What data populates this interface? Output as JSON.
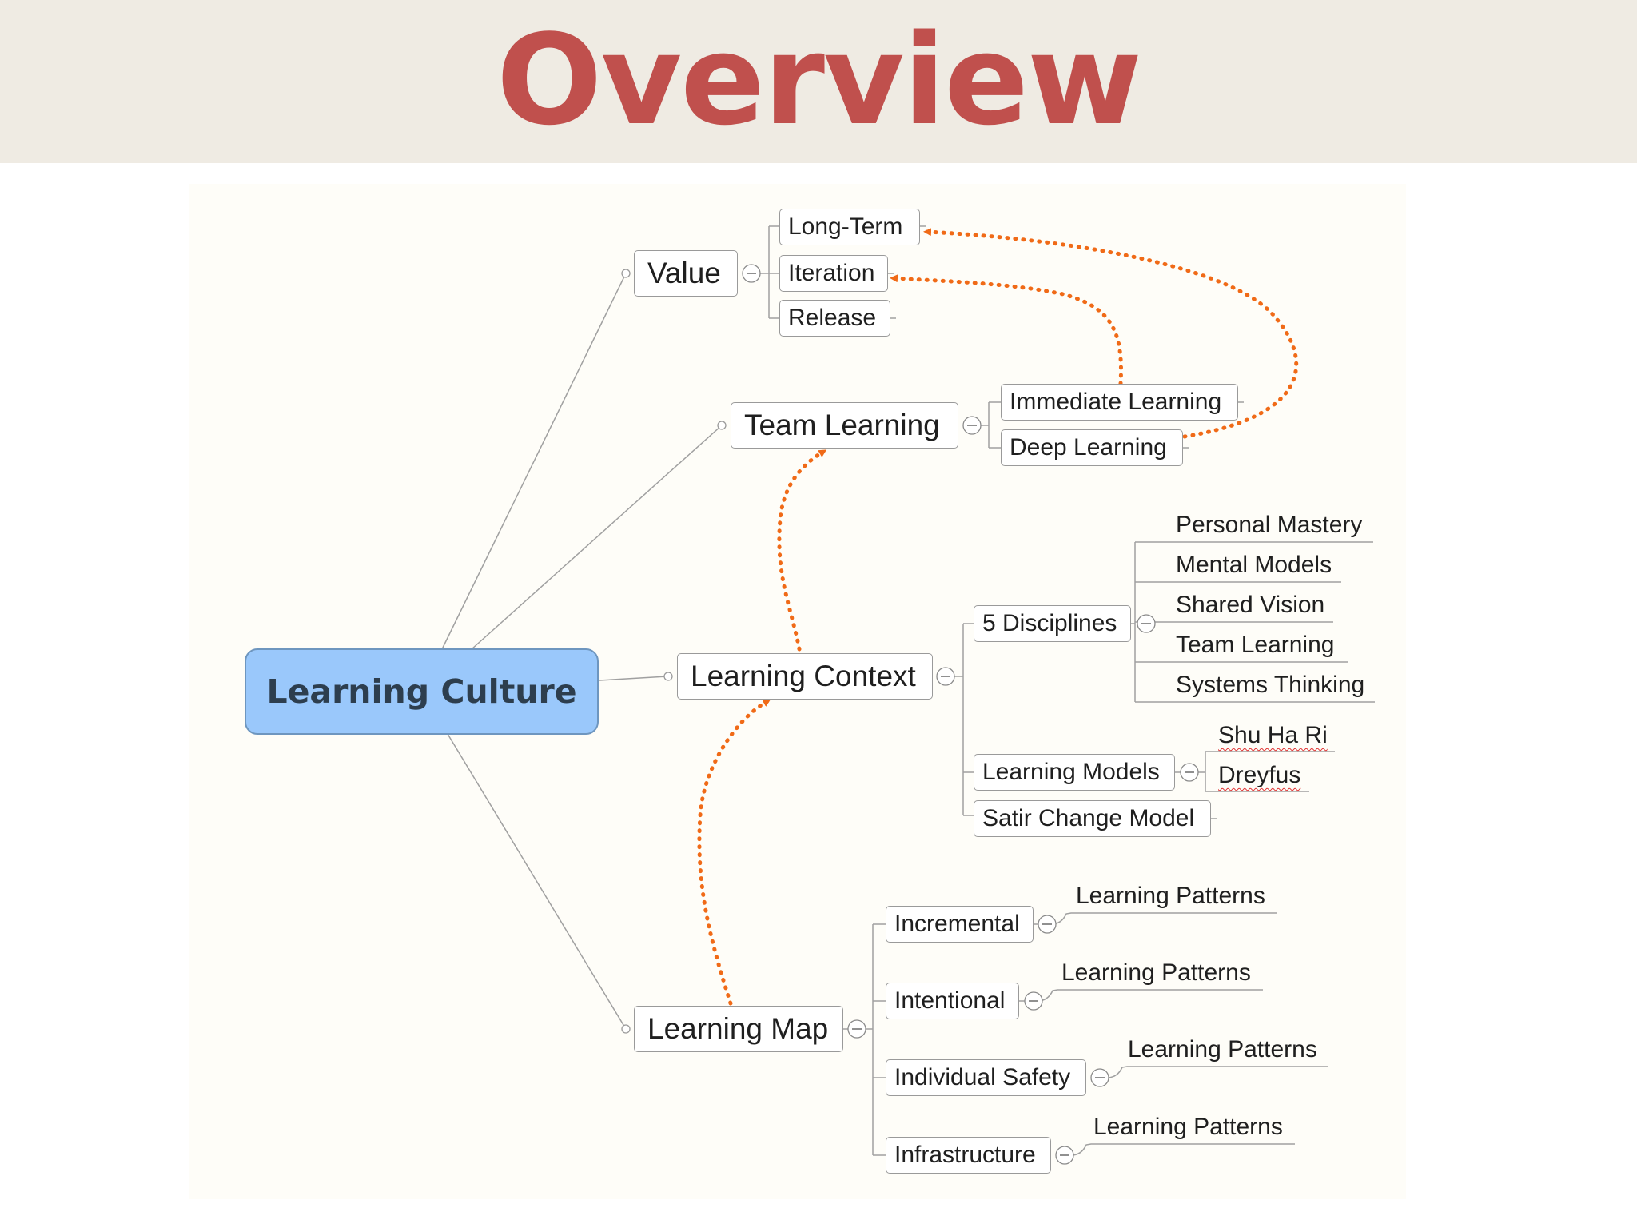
{
  "title": "Overview",
  "colors": {
    "title": "#c0504d",
    "root_fill": "#9ac8fb",
    "arrow": "#f06a17",
    "line": "#a0a0a0"
  },
  "root": {
    "label": "Learning Culture"
  },
  "value": {
    "label": "Value",
    "children": [
      "Long-Term",
      "Iteration",
      "Release"
    ]
  },
  "team_learning": {
    "label": "Team Learning",
    "children": [
      "Immediate Learning",
      "Deep Learning"
    ]
  },
  "learning_context": {
    "label": "Learning Context",
    "five_disciplines": {
      "label": "5 Disciplines",
      "children": [
        "Personal Mastery",
        "Mental Models",
        "Shared Vision",
        "Team Learning",
        "Systems Thinking"
      ]
    },
    "learning_models": {
      "label": "Learning Models",
      "children": [
        "Shu Ha Ri",
        "Dreyfus"
      ]
    },
    "satir": {
      "label": "Satir Change Model"
    }
  },
  "learning_map": {
    "label": "Learning Map",
    "children": [
      {
        "label": "Incremental",
        "leaf": "Learning Patterns"
      },
      {
        "label": "Intentional",
        "leaf": "Learning Patterns"
      },
      {
        "label": "Individual Safety",
        "leaf": "Learning Patterns"
      },
      {
        "label": "Infrastructure",
        "leaf": "Learning Patterns"
      }
    ]
  },
  "icons": {
    "collapse": "minus-circle-icon",
    "connector": "small-circle-icon"
  }
}
